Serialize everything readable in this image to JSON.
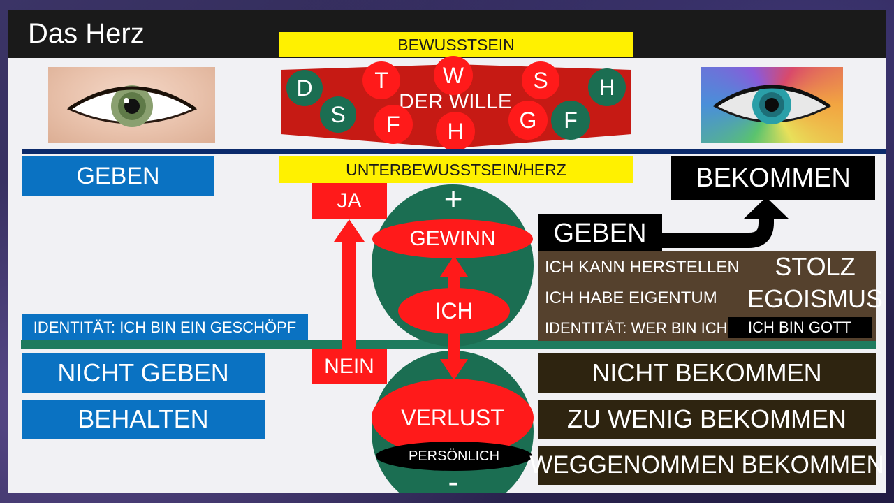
{
  "slide": {
    "title": "Das Herz"
  },
  "top": {
    "bewusstsein": "BEWUSSTSEIN",
    "der_wille": "DER WILLE",
    "letters": [
      "D",
      "T",
      "W",
      "S",
      "H",
      "S",
      "F",
      "H",
      "G",
      "F"
    ],
    "unterbewusstsein": "UNTERBEWUSSTSEIN/HERZ"
  },
  "left": {
    "geben": "GEBEN",
    "identitaet": "IDENTITÄT: ICH BIN EIN GESCHÖPF",
    "nicht_geben": "NICHT GEBEN",
    "behalten": "BEHALTEN"
  },
  "center": {
    "ja": "JA",
    "nein": "NEIN",
    "plus": "+",
    "minus": "-",
    "gewinn": "GEWINN",
    "ich": "ICH",
    "verlust": "VERLUST",
    "persoenlich": "PERSÖNLICH"
  },
  "right": {
    "bekommen": "BEKOMMEN",
    "geben": "GEBEN",
    "ich_kann_herstellen": "ICH KANN HERSTELLEN",
    "ich_habe_eigentum": "ICH HABE EIGENTUM",
    "stolz": "STOLZ",
    "egoismus": "EGOISMUS",
    "identitaet_wer": "IDENTITÄT: WER BIN ICH?",
    "ich_bin_gott": "ICH BIN GOTT",
    "nicht_bekommen": "NICHT BEKOMMEN",
    "zu_wenig_bekommen": "ZU WENIG BEKOMMEN",
    "weggenommen_bekommen": "WEGGENOMMEN BEKOMMEN"
  },
  "colors": {
    "red": "#ff1a1a",
    "yellow": "#fff100",
    "blue": "#0a72c2",
    "green": "#1b6e52",
    "brown": "#55412d",
    "dark_brown": "#2e2410",
    "navy_line": "#0b2a6b"
  }
}
